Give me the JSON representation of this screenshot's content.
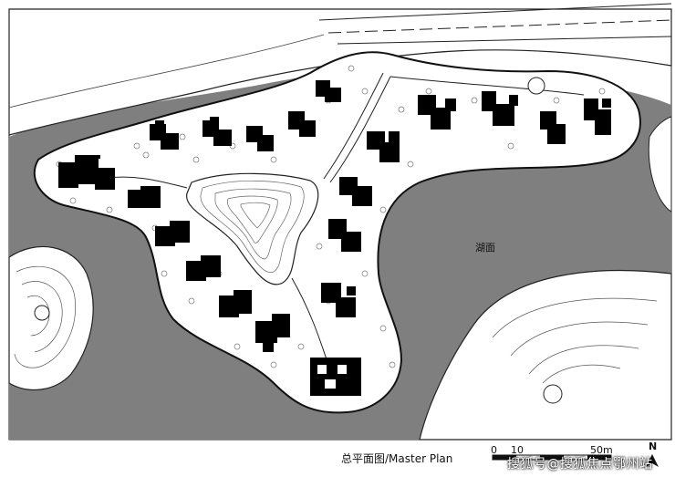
{
  "caption": "总平面图/Master Plan",
  "lake_label": "湖面",
  "scale_bar": {
    "zero": "0",
    "ten": "10",
    "fifty": "50m"
  },
  "north_label": "N",
  "watermark": "搜狐号@搜狐焦点鄂州站",
  "colors": {
    "water": "#7f7f7f",
    "land": "#ffffff",
    "building": "#000000",
    "line": "#222222"
  }
}
